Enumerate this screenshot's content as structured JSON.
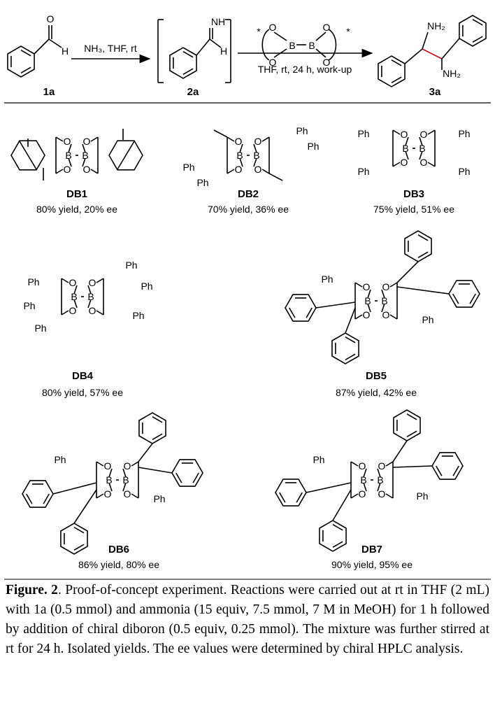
{
  "scheme": {
    "reagents_step1": "NH₃, THF, rt",
    "conditions_step2": "THF, rt, 24 h, work-up",
    "compounds": [
      {
        "id": "1a",
        "label": "1a"
      },
      {
        "id": "2a",
        "label": "2a"
      },
      {
        "id": "3a",
        "label": "3a"
      }
    ],
    "atoms": {
      "oxygen": "O",
      "boron": "B",
      "hydrogen": "H",
      "imine": "NH",
      "amine": "NH₂",
      "phenyl": "Ph",
      "star": "*"
    }
  },
  "diborons": [
    {
      "name": "DB1",
      "result": "80% yield, 20% ee"
    },
    {
      "name": "DB2",
      "result": "70% yield, 36% ee"
    },
    {
      "name": "DB3",
      "result": "75% yield, 51% ee"
    },
    {
      "name": "DB4",
      "result": "80% yield, 57% ee"
    },
    {
      "name": "DB5",
      "result": "87% yield, 42% ee"
    },
    {
      "name": "DB6",
      "result": "86% yield, 80% ee"
    },
    {
      "name": "DB7",
      "result": "90% yield, 95% ee"
    }
  ],
  "caption": {
    "label": "Figure. 2",
    "text": ". Proof-of-concept experiment. Reactions were carried out at rt in THF (2 mL) with 1a (0.5 mmol) and ammonia (15 equiv, 7.5 mmol, 7 M in MeOH) for 1 h followed by addition of chiral diboron (0.5 equiv, 0.25 mmol). The mixture was further stirred at rt for 24 h. Isolated yields. The ee values were determined by chiral HPLC analysis."
  },
  "colors": {
    "ink": "#000000",
    "highlight_bond": "#d0021b"
  }
}
